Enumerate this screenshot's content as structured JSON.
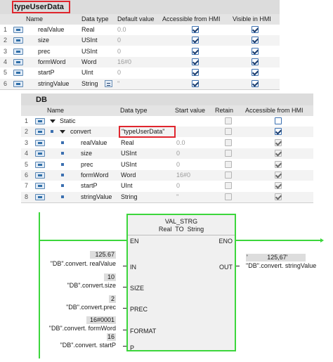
{
  "udt": {
    "title": "typeUserData",
    "columns": [
      "Name",
      "Data type",
      "Default value",
      "Accessible from HMI",
      "Visible in HMI"
    ],
    "rows": [
      {
        "num": "1",
        "name": "realValue",
        "type": "Real",
        "default": "0.0",
        "hmi_access": true,
        "hmi_visible": true
      },
      {
        "num": "2",
        "name": "size",
        "type": "USInt",
        "default": "0",
        "hmi_access": true,
        "hmi_visible": true
      },
      {
        "num": "3",
        "name": "prec",
        "type": "USInt",
        "default": "0",
        "hmi_access": true,
        "hmi_visible": true
      },
      {
        "num": "4",
        "name": "formWord",
        "type": "Word",
        "default": "16#0",
        "hmi_access": true,
        "hmi_visible": true
      },
      {
        "num": "5",
        "name": "startP",
        "type": "UInt",
        "default": "0",
        "hmi_access": true,
        "hmi_visible": true
      },
      {
        "num": "6",
        "name": "stringValue",
        "type": "String",
        "default": "''",
        "hmi_access": true,
        "hmi_visible": true
      }
    ]
  },
  "db": {
    "title": "DB",
    "columns": [
      "Name",
      "Data type",
      "Start value",
      "Retain",
      "Accessible from HMI"
    ],
    "rows": [
      {
        "num": "1",
        "name": "Static",
        "type": "",
        "start": "",
        "retain": false,
        "hmi": false
      },
      {
        "num": "2",
        "name": "convert",
        "type": "\"typeUserData\"",
        "start": "",
        "retain": false,
        "hmi": true
      },
      {
        "num": "3",
        "name": "realValue",
        "type": "Real",
        "start": "0.0",
        "retain": false,
        "hmi": true
      },
      {
        "num": "4",
        "name": "size",
        "type": "USInt",
        "start": "0",
        "retain": false,
        "hmi": true
      },
      {
        "num": "5",
        "name": "prec",
        "type": "USInt",
        "start": "0",
        "retain": false,
        "hmi": true
      },
      {
        "num": "6",
        "name": "formWord",
        "type": "Word",
        "start": "16#0",
        "retain": false,
        "hmi": true
      },
      {
        "num": "7",
        "name": "startP",
        "type": "UInt",
        "start": "0",
        "retain": false,
        "hmi": true
      },
      {
        "num": "8",
        "name": "stringValue",
        "type": "String",
        "start": "''",
        "retain": false,
        "hmi": true
      }
    ]
  },
  "fbd": {
    "block_name": "VAL_STRG",
    "block_subtitle": "Real  TO  String",
    "pins_left": [
      "EN",
      "IN",
      "SIZE",
      "PREC",
      "FORMAT",
      "P"
    ],
    "pins_right": [
      "ENO",
      "OUT"
    ],
    "inputs": [
      {
        "value": "125.67",
        "tag": "\"DB\".convert. realValue"
      },
      {
        "value": "10",
        "tag": "\"DB\".convert.size"
      },
      {
        "value": "2",
        "tag": "\"DB\".convert.prec"
      },
      {
        "value": "16#0001",
        "tag": "\"DB\".convert. formWord"
      },
      {
        "value": "16",
        "tag": "\"DB\".convert. startP"
      }
    ],
    "output": {
      "value": "'           125,67'",
      "tag": "\"DB\".convert. stringValue"
    }
  },
  "colors": {
    "highlight": "#e0262e",
    "network": "#3cd63c",
    "header": "#e4e4e4"
  }
}
